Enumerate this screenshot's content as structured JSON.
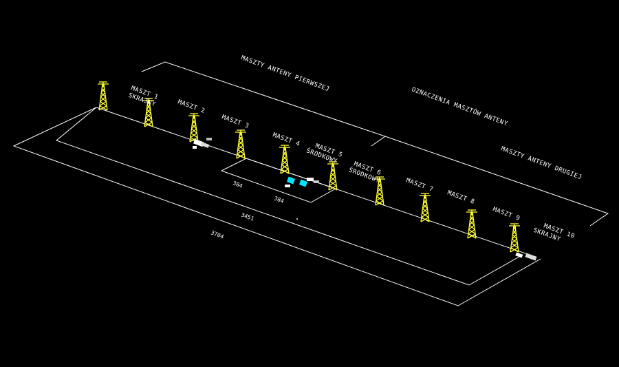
{
  "header": {
    "group_first": "MASZTY ANTENY PIERWSZEJ",
    "markings": "OZNACZENIA MASZTÓW ANTENY",
    "group_second": "MASZTY ANTENY DRUGIEJ"
  },
  "masts": [
    {
      "name": "MASZT 1",
      "sub": "SKRAJNY"
    },
    {
      "name": "MASZT 2",
      "sub": ""
    },
    {
      "name": "MASZT 3",
      "sub": ""
    },
    {
      "name": "MASZT 4",
      "sub": ""
    },
    {
      "name": "MASZT 5",
      "sub": "ŚRODKOWY"
    },
    {
      "name": "MASZT 6",
      "sub": "ŚRODKOWY"
    },
    {
      "name": "MASZT 7",
      "sub": ""
    },
    {
      "name": "MASZT 8",
      "sub": ""
    },
    {
      "name": "MASZT 9",
      "sub": ""
    },
    {
      "name": "MASZT 10",
      "sub": "SKRAJNY"
    }
  ],
  "dimensions": {
    "d1": "384",
    "d2": "384",
    "d3": "3451",
    "d4": "3704"
  },
  "colors": {
    "background": "#000000",
    "lines": "#ffffff",
    "masts": "#ffff33",
    "equipment": "#00e5ff"
  }
}
